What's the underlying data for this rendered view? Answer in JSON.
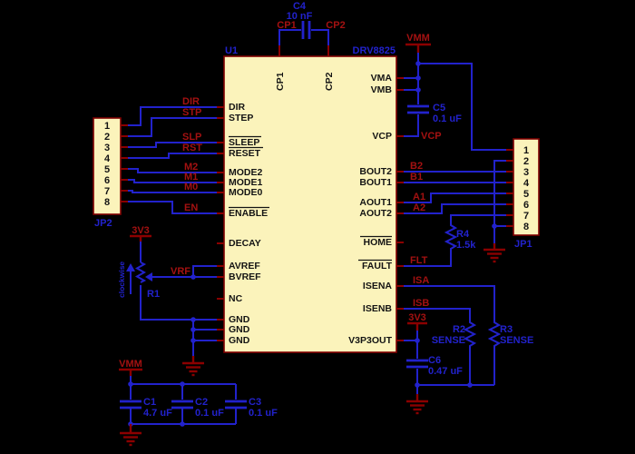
{
  "title": "DRV8825 stepper motor driver schematic",
  "colors": {
    "background": "#000000",
    "wire": "#2222cc",
    "pin_outline": "#8b0000",
    "net_label": "#a31111",
    "component_label": "#2222cc",
    "part_fill": "#fbf3bb",
    "part_border": "#800000",
    "pin_text": "#141414"
  },
  "ic": {
    "ref": "U1",
    "part": "DRV8825",
    "pins_top": [
      "CP1",
      "CP2"
    ],
    "pins_left": [
      "DIR",
      "STEP",
      "SLEEP",
      "RESET",
      "MODE2",
      "MODE1",
      "MODE0",
      "ENABLE",
      "DECAY",
      "AVREF",
      "BVREF",
      "NC",
      "GND",
      "GND",
      "GND"
    ],
    "pins_right": [
      "VMA",
      "VMB",
      "VCP",
      "BOUT2",
      "BOUT1",
      "AOUT1",
      "AOUT2",
      "HOME",
      "FAULT",
      "ISENA",
      "ISENB",
      "V3P3OUT"
    ]
  },
  "jp2": {
    "ref": "JP2",
    "pins": [
      "1",
      "2",
      "3",
      "4",
      "5",
      "6",
      "7",
      "8"
    ]
  },
  "jp1": {
    "ref": "JP1",
    "pins": [
      "1",
      "2",
      "3",
      "4",
      "5",
      "6",
      "7",
      "8"
    ]
  },
  "nets": {
    "dir": "DIR",
    "stp": "STP",
    "slp": "SLP",
    "rst": "RST",
    "m2": "M2",
    "m1": "M1",
    "m0": "M0",
    "en": "EN",
    "cp1": "CP1",
    "cp2": "CP2",
    "vmm": "VMM",
    "v3v3": "3V3",
    "vrf": "VRF",
    "vcp": "VCP",
    "b2": "B2",
    "b1": "B1",
    "a1": "A1",
    "a2": "A2",
    "flt": "FLT",
    "isa": "ISA",
    "isb": "ISB"
  },
  "components": {
    "c4": {
      "ref": "C4",
      "value": "10 nF"
    },
    "c5": {
      "ref": "C5",
      "value": "0.1 uF"
    },
    "c6": {
      "ref": "C6",
      "value": "0.47 uF"
    },
    "c1": {
      "ref": "C1",
      "value": "4.7 uF"
    },
    "c2": {
      "ref": "C2",
      "value": "0.1 uF"
    },
    "c3": {
      "ref": "C3",
      "value": "0.1 uF"
    },
    "r1": {
      "ref": "R1",
      "note": "clockwise"
    },
    "r4": {
      "ref": "R4",
      "value": "1.5k"
    },
    "r2": {
      "ref": "R2",
      "value": "SENSE"
    },
    "r3": {
      "ref": "R3",
      "value": "SENSE"
    }
  }
}
